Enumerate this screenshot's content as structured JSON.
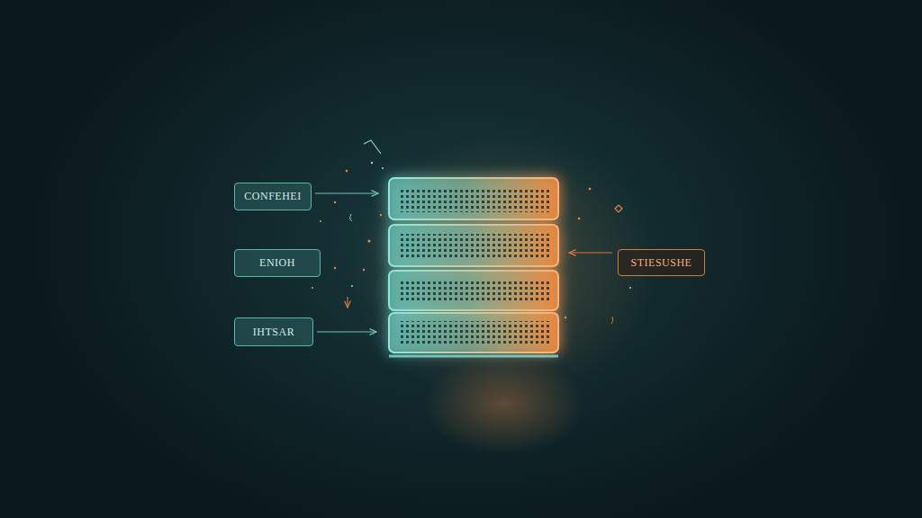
{
  "diagram": {
    "nodes": [
      {
        "text": [
          "CONFEHEI"
        ]
      },
      {
        "text": [
          "ENIOH"
        ]
      },
      {
        "text": [
          "IHTSAR"
        ]
      },
      {
        "text": [
          "STIESUSHE"
        ]
      }
    ]
  }
}
